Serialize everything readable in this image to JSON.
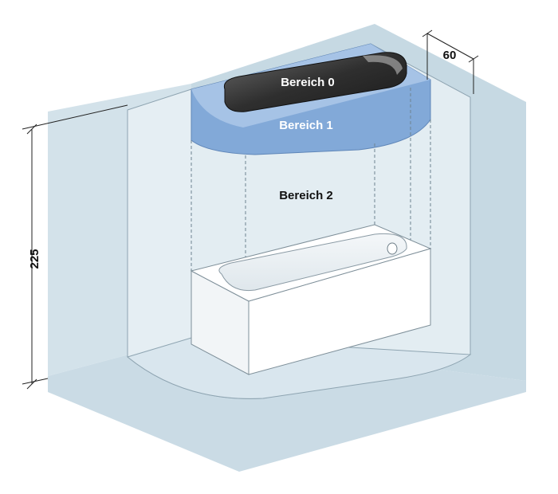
{
  "diagram": {
    "zones": {
      "zone0": "Bereich 0",
      "zone1": "Bereich 1",
      "zone2": "Bereich 2"
    },
    "dimensions": {
      "height": "225",
      "depth": "60"
    },
    "colors": {
      "wall": "#cfe0ea",
      "floor": "#c9dde8",
      "zone2": "#e6eff4",
      "zone1": "#7fa6d6",
      "zone0": "#2e2e2e",
      "bathtub": "#ffffff",
      "outline": "#6a7f8c"
    }
  }
}
